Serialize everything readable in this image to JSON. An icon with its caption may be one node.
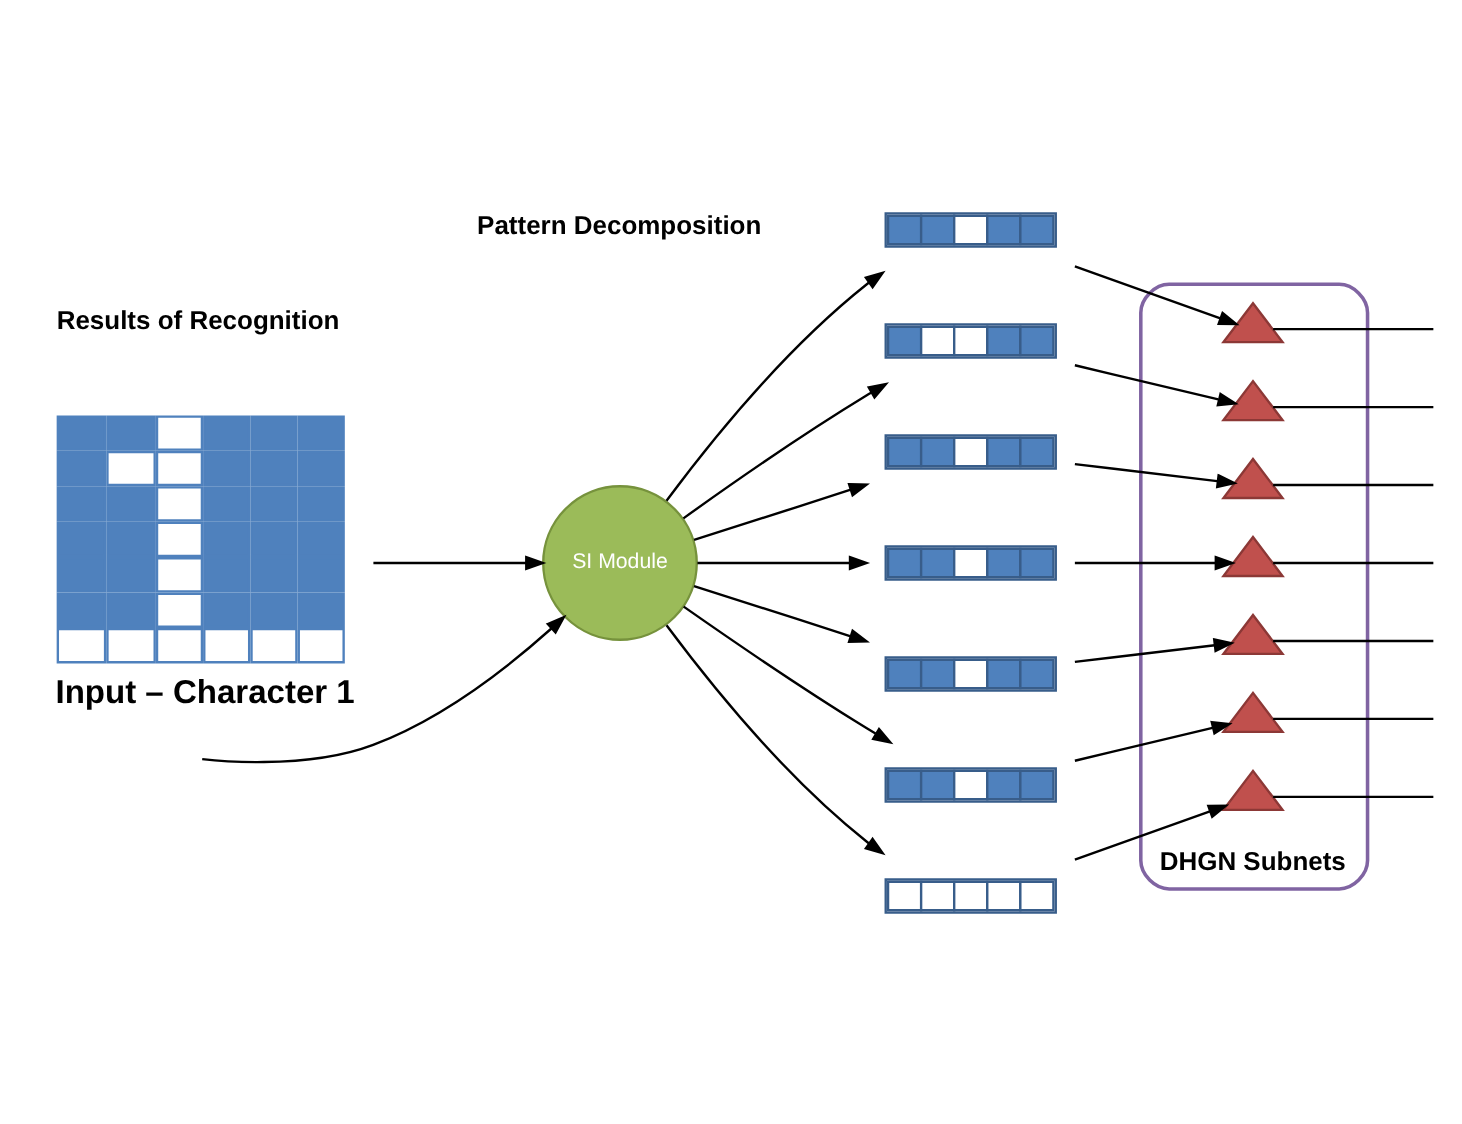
{
  "diagram": {
    "nodes": [
      {
        "text": [],
        "shape": "picture",
        "beside": [
          "Input – Character 1"
        ]
      },
      {
        "text": [
          "SI Module"
        ]
      },
      {
        "text": [],
        "shape": "bar"
      },
      {
        "text": [],
        "shape": "bar"
      },
      {
        "text": [],
        "shape": "bar"
      },
      {
        "text": [],
        "shape": "bar"
      },
      {
        "text": [],
        "shape": "bar"
      },
      {
        "text": [],
        "shape": "bar"
      },
      {
        "text": [],
        "shape": "bar"
      },
      {
        "text": [
          "DHGN Subnets"
        ]
      },
      {
        "text": [],
        "shape": "triangle",
        "in": 9
      },
      {
        "text": [],
        "shape": "triangle",
        "in": 9
      },
      {
        "text": [],
        "shape": "triangle",
        "in": 9
      },
      {
        "text": [],
        "shape": "triangle",
        "in": 9
      },
      {
        "text": [],
        "shape": "triangle",
        "in": 9
      },
      {
        "text": [],
        "shape": "triangle",
        "in": 9
      },
      {
        "text": [],
        "shape": "triangle",
        "in": 9
      }
    ],
    "edges": [
      {
        "from": 0,
        "to": 1,
        "arrow": "to"
      },
      {
        "from": 1,
        "to": 2,
        "arrow": "to"
      },
      {
        "from": 1,
        "to": 3,
        "arrow": "to"
      },
      {
        "from": 1,
        "to": 4,
        "arrow": "to"
      },
      {
        "from": 1,
        "to": 5,
        "arrow": "to"
      },
      {
        "from": 1,
        "to": 6,
        "arrow": "to"
      },
      {
        "from": 1,
        "to": 7,
        "arrow": "to"
      },
      {
        "from": 1,
        "to": 8,
        "arrow": "to"
      },
      {
        "from": 2,
        "to": 10,
        "arrow": "to"
      },
      {
        "from": 3,
        "to": 11,
        "arrow": "to"
      },
      {
        "from": 4,
        "to": 12,
        "arrow": "to"
      },
      {
        "from": 5,
        "to": 13,
        "arrow": "to"
      },
      {
        "from": 6,
        "to": 14,
        "arrow": "to"
      },
      {
        "from": 7,
        "to": 15,
        "arrow": "to"
      },
      {
        "from": 8,
        "to": 16,
        "arrow": "to"
      },
      {
        "from": 10,
        "to": null,
        "arrow": "none"
      },
      {
        "from": 11,
        "to": null,
        "arrow": "none"
      },
      {
        "from": 12,
        "to": null,
        "arrow": "none"
      },
      {
        "from": 13,
        "to": null,
        "arrow": "none"
      },
      {
        "from": 14,
        "to": null,
        "arrow": "none"
      },
      {
        "from": 15,
        "to": null,
        "arrow": "none"
      },
      {
        "from": 16,
        "to": null,
        "arrow": "none"
      },
      {
        "from": null,
        "to": 1,
        "arrow": "to"
      }
    ],
    "labels": [
      "Pattern Decomposition",
      "Results of Recognition"
    ]
  }
}
